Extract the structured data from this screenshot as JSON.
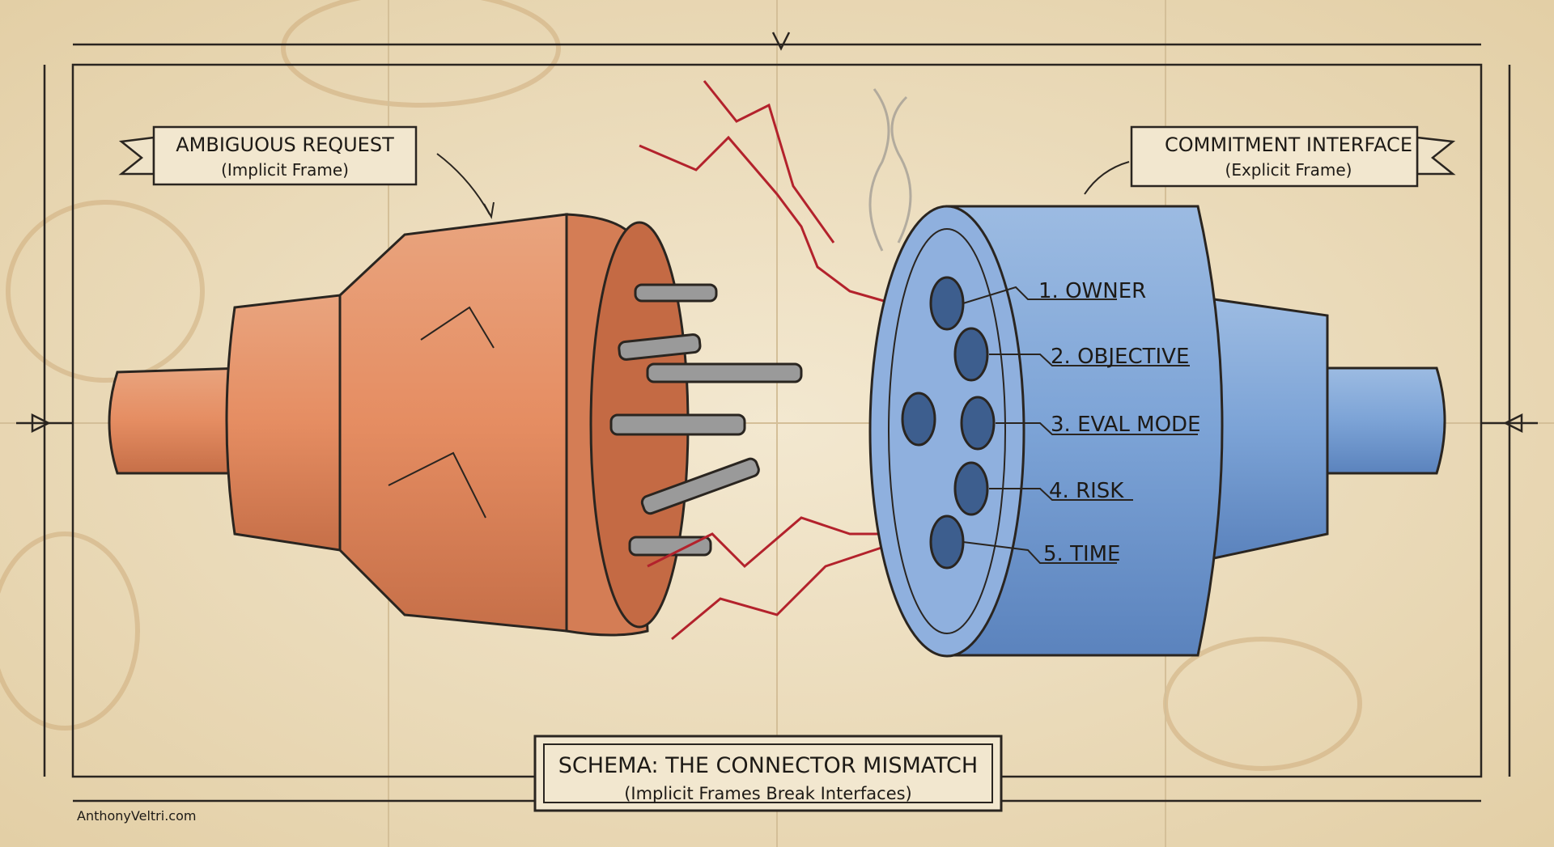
{
  "banners": {
    "left": {
      "title": "AMBIGUOUS REQUEST",
      "subtitle": "(Implicit Frame)"
    },
    "right": {
      "title": "COMMITMENT INTERFACE",
      "subtitle": "(Explicit Frame)"
    }
  },
  "interface_fields": [
    {
      "label": "1. OWNER"
    },
    {
      "label": "2. OBJECTIVE"
    },
    {
      "label": "3. EVAL MODE"
    },
    {
      "label": "4. RISK"
    },
    {
      "label": "5. TIME"
    }
  ],
  "title_plate": {
    "title": "SCHEMA: THE CONNECTOR MISMATCH",
    "subtitle": "(Implicit Frames Break Interfaces)"
  },
  "watermark": "AnthonyVeltri.com",
  "colors": {
    "paper": "#efe3c8",
    "orange": "#e0926a",
    "blue": "#7fa6d6",
    "spark": "#b3222c",
    "ink": "#1d1a16"
  }
}
